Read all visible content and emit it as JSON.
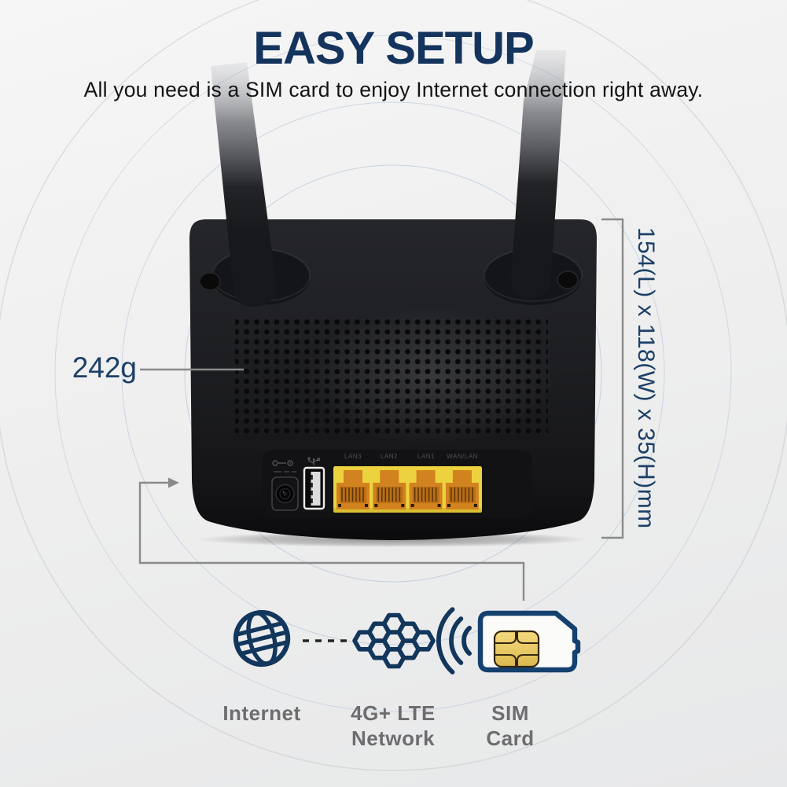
{
  "page": {
    "title": "EASY SETUP",
    "subtitle": "All you need is a SIM card to enjoy Internet connection right away."
  },
  "router": {
    "weight_label": "242g",
    "dimensions_label": "154(L) x 118(W) x 35(H)mm",
    "port_labels": [
      "LAN3",
      "LAN2",
      "LAN1",
      "WAN/LAN"
    ]
  },
  "flow": {
    "internet_label": "Internet",
    "network_label": "4G+ LTE\nNetwork",
    "sim_label": "SIM\nCard"
  },
  "colors": {
    "accent_navy": "#16365e",
    "annotation_navy": "#1c4066",
    "flow_label_gray": "#6d6d70",
    "line_gray": "#8a8a8a",
    "router_black": "#1d1e21",
    "ethernet_yellow": "#ecd23e",
    "ethernet_port_orange": "#d2821f",
    "sim_chip_gold": "#ecca5c",
    "background_gray": "#efefef",
    "signal_circle_blue": "#9fb6d4"
  }
}
